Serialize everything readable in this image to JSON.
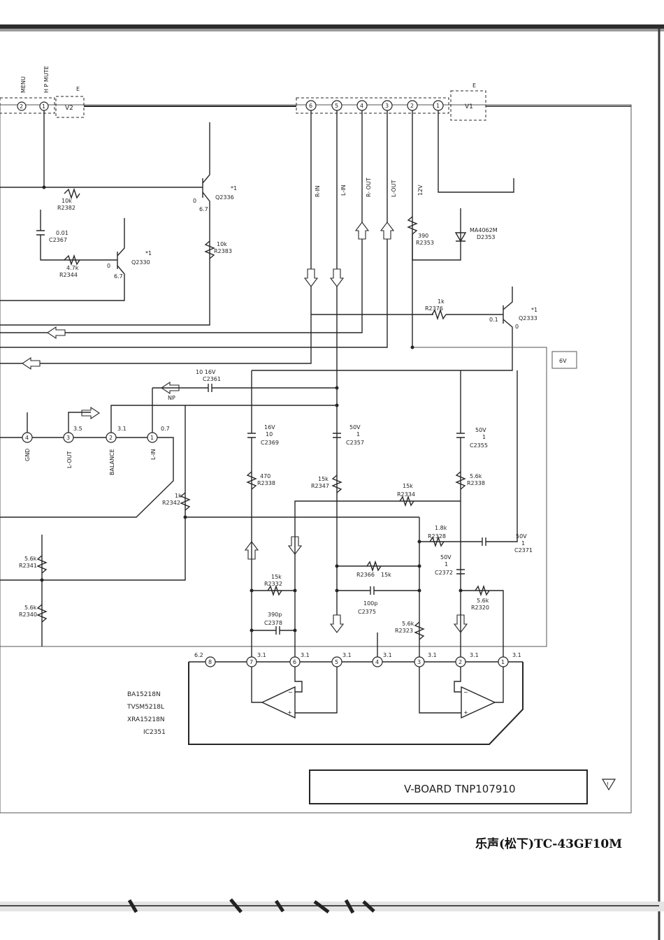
{
  "board": {
    "name": "V-BOARD TNP107910",
    "warning_symbol": "triangle-warning-icon"
  },
  "footer_title": "乐声(松下)TC-43GF10M",
  "connector_v2": {
    "name": "V2",
    "tag": "E",
    "pins": [
      "MENU",
      "H P MUTE"
    ],
    "pin_numbers": [
      "2",
      "1"
    ]
  },
  "connector_v1": {
    "name": "V1",
    "tag": "E",
    "pins": [
      "6",
      "5",
      "4",
      "3",
      "2",
      "1"
    ]
  },
  "signals": {
    "r_in": "R-IN",
    "l_in": "L-IN",
    "r_out": "R- OUT",
    "l_out": "L-OUT",
    "v12": "12V"
  },
  "ic": {
    "ref": "IC2351",
    "parts": [
      "XRA15218N",
      "TVSM5218L",
      "BA15218N"
    ],
    "pins": [
      "8",
      "7",
      "6",
      "5",
      "4",
      "3",
      "2",
      "1"
    ],
    "voltages": [
      "6.2",
      "3.1",
      "3.1",
      "3.1",
      "3.1",
      "3.1",
      "3.1",
      "3.1"
    ]
  },
  "transistors": [
    {
      "ref": "Q2336",
      "mark": "*1",
      "v_base": "0",
      "v_col": "6.7"
    },
    {
      "ref": "Q2330",
      "mark": "*1",
      "v_base": "0",
      "v_col": "6.7"
    },
    {
      "ref": "Q2333",
      "mark": "*1",
      "v_base": "0",
      "v_col": "0.1"
    }
  ],
  "resistors": {
    "r2382": [
      "R2382",
      "10k"
    ],
    "r2383": [
      "R2383",
      "10k"
    ],
    "r2344": [
      "R2344",
      "4.7k"
    ],
    "r2353": [
      "R2353",
      "390"
    ],
    "r2376": [
      "R2376",
      "1k"
    ],
    "r2342": [
      "R2342",
      "1k"
    ],
    "r2338a": [
      "R2338",
      "470"
    ],
    "r2347": [
      "R2347",
      "15k"
    ],
    "r2334": [
      "R2334",
      "15k"
    ],
    "r2338b": [
      "R2338",
      "5.6k"
    ],
    "r2328": [
      "R2328",
      "1.8k"
    ],
    "r2332": [
      "R2332",
      "15k"
    ],
    "r2366": [
      "R2366",
      "15k"
    ],
    "r2320": [
      "R2320",
      "5.6k"
    ],
    "r2323": [
      "R2323",
      "5.6k"
    ],
    "r2341": [
      "R2341",
      "5.6k"
    ],
    "r2340": [
      "R2340",
      "5.6k"
    ]
  },
  "capacitors": {
    "c2367": [
      "C2367",
      "0.01"
    ],
    "c2361": [
      "C2361",
      "10 16V"
    ],
    "c2369": [
      "C2369",
      "10",
      "16V"
    ],
    "c2357": [
      "C2357",
      "1",
      "50V"
    ],
    "c2355": [
      "C2355",
      "1",
      "50V"
    ],
    "c2371": [
      "C2371",
      "1",
      "50V"
    ],
    "c2372": [
      "C2372",
      "1",
      "50V"
    ],
    "c2375": [
      "C2375",
      "100p"
    ],
    "c2378": [
      "C2378",
      "390p"
    ]
  },
  "diode": {
    "ref": "D2353",
    "part": "MA4062M"
  },
  "sub_connector": {
    "pins": [
      "4",
      "3",
      "2",
      "1"
    ],
    "labels": [
      "GND",
      "L-OUT",
      "BALANCE",
      "L-IN"
    ],
    "voltages": [
      "3.5",
      "3.1",
      "0.7"
    ]
  },
  "misc": {
    "np": "NP",
    "v6_box": "6V"
  }
}
